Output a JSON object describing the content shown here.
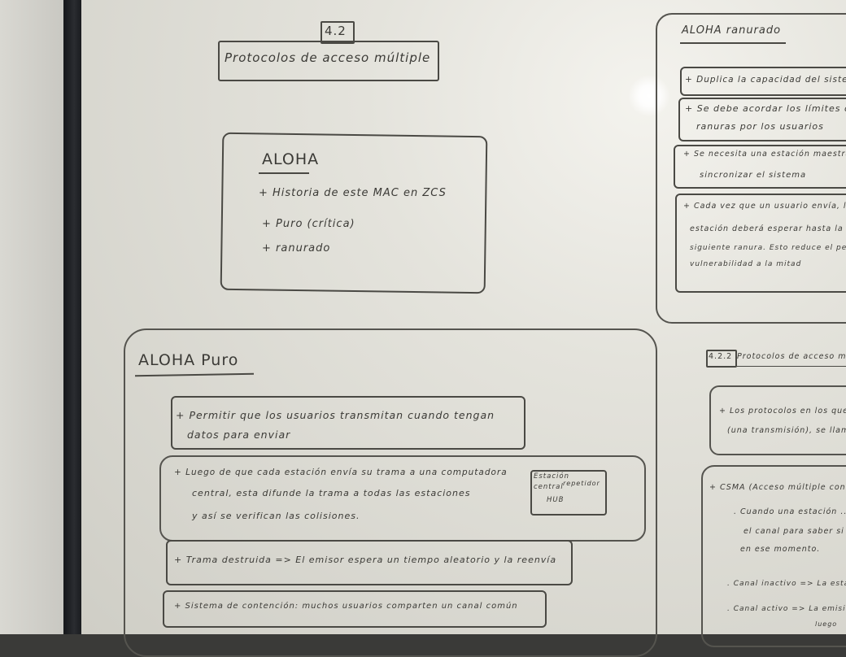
{
  "left": {
    "section_number": "4.2",
    "section_title": "Protocolos de acceso múltiple",
    "aloha_box": {
      "heading": "ALOHA",
      "items": [
        "+ Historia de este MAC en ZCS",
        "+ Puro (crítica)",
        "+ ranurado"
      ]
    },
    "puro": {
      "heading": "ALOHA Puro",
      "p1_line1": "+ Permitir que los usuarios transmitan cuando tengan",
      "p1_line2": "datos para enviar",
      "p2_line1": "+ Luego de que cada estación envía su trama a una computadora",
      "p2_line2": "central, esta difunde la trama a todas las estaciones",
      "p2_line3": "y así se verifican las colisiones.",
      "side_note_line1": "Estación",
      "side_note_line2": "central",
      "side_note_line3": "HUB",
      "side_note_extra": "repetidor",
      "p3": "+ Trama destruida => El emisor espera un tiempo aleatorio y la reenvía",
      "p4": "+ Sistema de contención: muchos usuarios comparten un canal común"
    }
  },
  "right": {
    "ranurado_heading": "ALOHA ranurado",
    "r1": "+ Duplica la capacidad del sistema",
    "r2_line1": "+ Se debe acordar los límites de las",
    "r2_line2": "ranuras por los usuarios",
    "r3_line1": "+ Se necesita una estación maestra para",
    "r3_line2": "sincronizar el sistema",
    "r4_line1": "+ Cada vez que un usuario envía, la",
    "r4_line2": "estación deberá esperar hasta la",
    "r4_line3": "siguiente ranura. Esto reduce el periodo de",
    "r4_line4": "vulnerabilidad a la mitad",
    "sec_number": "4.2.2",
    "sec_title": "Protocolos de acceso múltiple",
    "s1_line1": "+ Los protocolos en los que ...",
    "s1_line2": "(una transmisión), se llaman ...",
    "csma_line1": "+ CSMA (Acceso múltiple con ...",
    "csma_line2": ". Cuando una estación ...",
    "csma_line3": "el canal para saber si ...",
    "csma_line4": "en ese momento.",
    "csma_line5": ". Canal inactivo => La estación ...",
    "csma_line6": ". Canal activo => La emisión ...",
    "csma_line7": "luego"
  }
}
